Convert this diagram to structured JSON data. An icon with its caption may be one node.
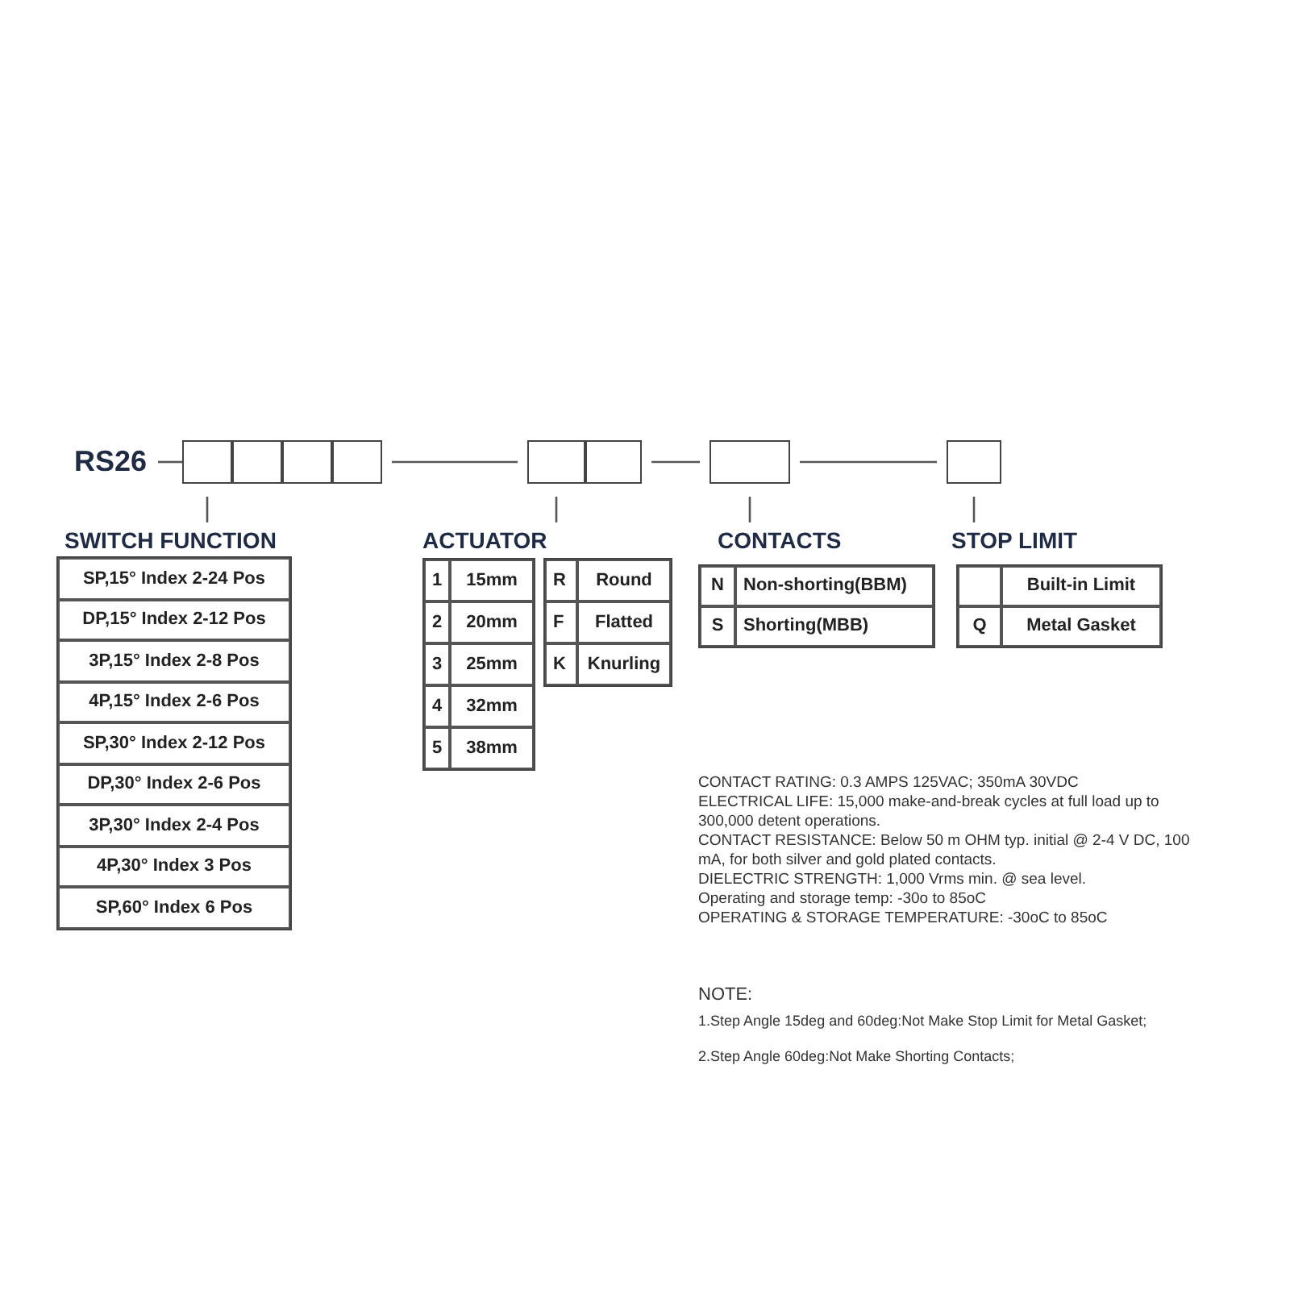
{
  "diagram": {
    "nodes": [
      {
        "text": [
          "RS26"
        ]
      },
      {
        "text": [],
        "shape": "box"
      },
      {
        "text": [],
        "shape": "box"
      },
      {
        "text": [],
        "shape": "box"
      },
      {
        "text": [],
        "shape": "box"
      },
      {
        "text": [],
        "shape": "box"
      },
      {
        "text": [],
        "shape": "box"
      },
      {
        "text": [],
        "shape": "box"
      },
      {
        "text": [],
        "shape": "box"
      },
      {
        "text": [
          "SWITCH FUNCTION"
        ]
      },
      {
        "text": [
          "ACTUATOR"
        ]
      },
      {
        "text": [
          "CONTACTS"
        ]
      },
      {
        "text": [
          "STOP LIMIT"
        ]
      }
    ],
    "edges": [
      {
        "from": 0,
        "to": 1,
        "arrow": "none"
      },
      {
        "from": 4,
        "to": 5,
        "arrow": "none"
      },
      {
        "from": 6,
        "to": 7,
        "arrow": "none"
      },
      {
        "from": 7,
        "to": 8,
        "arrow": "none"
      },
      {
        "from": 1,
        "to": 9,
        "arrow": "none"
      },
      {
        "from": 5,
        "to": 10,
        "arrow": "none"
      },
      {
        "from": 7,
        "to": 11,
        "arrow": "none"
      },
      {
        "from": 8,
        "to": 12,
        "arrow": "none"
      }
    ],
    "labels": [
      "SP,15° Index 2-24 Pos",
      "DP,15° Index 2-12 Pos",
      "3P,15° Index 2-8 Pos",
      "4P,15°  Index 2-6 Pos",
      "SP,30° Index 2-12 Pos",
      "DP,30° Index 2-6 Pos",
      "3P,30° Index 2-4 Pos",
      "4P,30°  Index 3 Pos",
      "SP,60° Index 6 Pos",
      "1",
      "15mm",
      "2",
      "20mm",
      "3",
      "25mm",
      "4",
      "32mm",
      "5",
      "38mm",
      "R",
      "Round",
      "F",
      "Flatted",
      "K",
      "Knurling",
      "N",
      "Non-shorting(BBM)",
      "S",
      "Shorting(MBB)",
      "Built-in Limit",
      "Q",
      "Metal Gasket",
      "CONTACT RATING: 0.3 AMPS 125VAC; 350mA 30VDC",
      "ELECTRICAL LIFE: 15,000 make-and-break cycles at full load up to 300,000 detent operations.",
      "CONTACT RESISTANCE: Below 50 m OHM typ. initial @ 2-4 V DC, 100 mA, for both silver and gold plated contacts.",
      "DIELECTRIC STRENGTH: 1,000 Vrms min. @ sea level.",
      "Operating and storage temp: -30o to 85oC",
      "OPERATING & STORAGE TEMPERATURE: -30oC to 85oC",
      "NOTE:",
      "1.Step Angle 15deg and 60deg:Not Make Stop Limit for Metal Gasket;",
      "2.Step Angle 60deg:Not Make Shorting Contacts;"
    ]
  }
}
